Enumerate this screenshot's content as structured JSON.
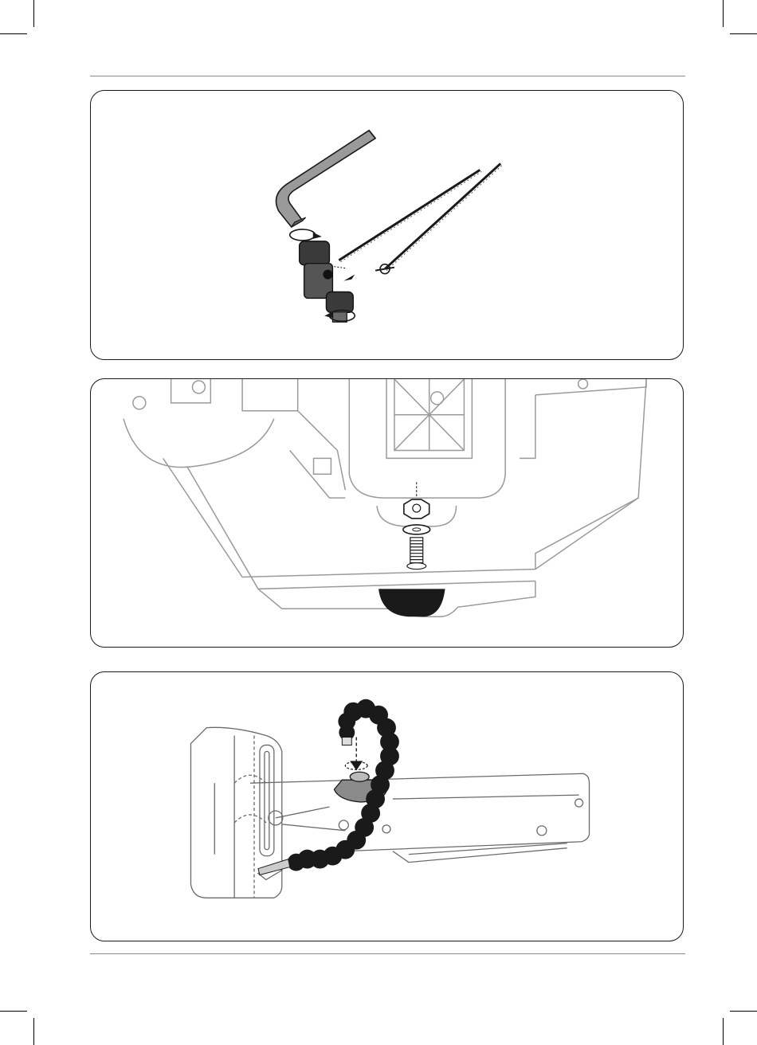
{
  "page": {
    "background": "#ffffff",
    "line_color": "#1a1a1a",
    "gray_line_color": "#9a9a9a"
  },
  "figures": [
    {
      "id": "blade-clamp-illustration",
      "icons": [
        "hex-key-icon",
        "blade-clamp-icon",
        "saw-blade-icon",
        "rotate-arrow-icon"
      ]
    },
    {
      "id": "table-mount-illustration",
      "icons": [
        "hex-nut-icon",
        "washer-icon",
        "threaded-stud-icon"
      ]
    },
    {
      "id": "flexible-hose-illustration",
      "icons": [
        "flexible-hose-icon",
        "knob-icon"
      ]
    }
  ]
}
